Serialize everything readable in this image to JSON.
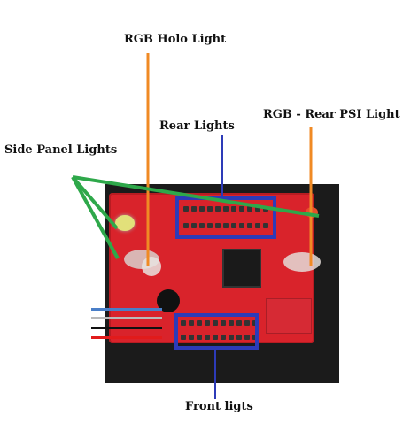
{
  "labels": {
    "holo": "RGB  Holo Light",
    "rear_psi": "RGB - Rear PSI Light",
    "rear": "Rear Lights",
    "side_panel": "Side Panel Lights",
    "front": "Front ligts"
  },
  "colors": {
    "orange_pointer": "#f08a24",
    "blue_pointer": "#2d3bb8",
    "green_pointer": "#2ea84a",
    "pcb": "#d9232b",
    "wire_blue": "#4a7fc8",
    "wire_grey": "#b9b9b9",
    "wire_black": "#111111",
    "wire_red": "#e11b1b"
  }
}
